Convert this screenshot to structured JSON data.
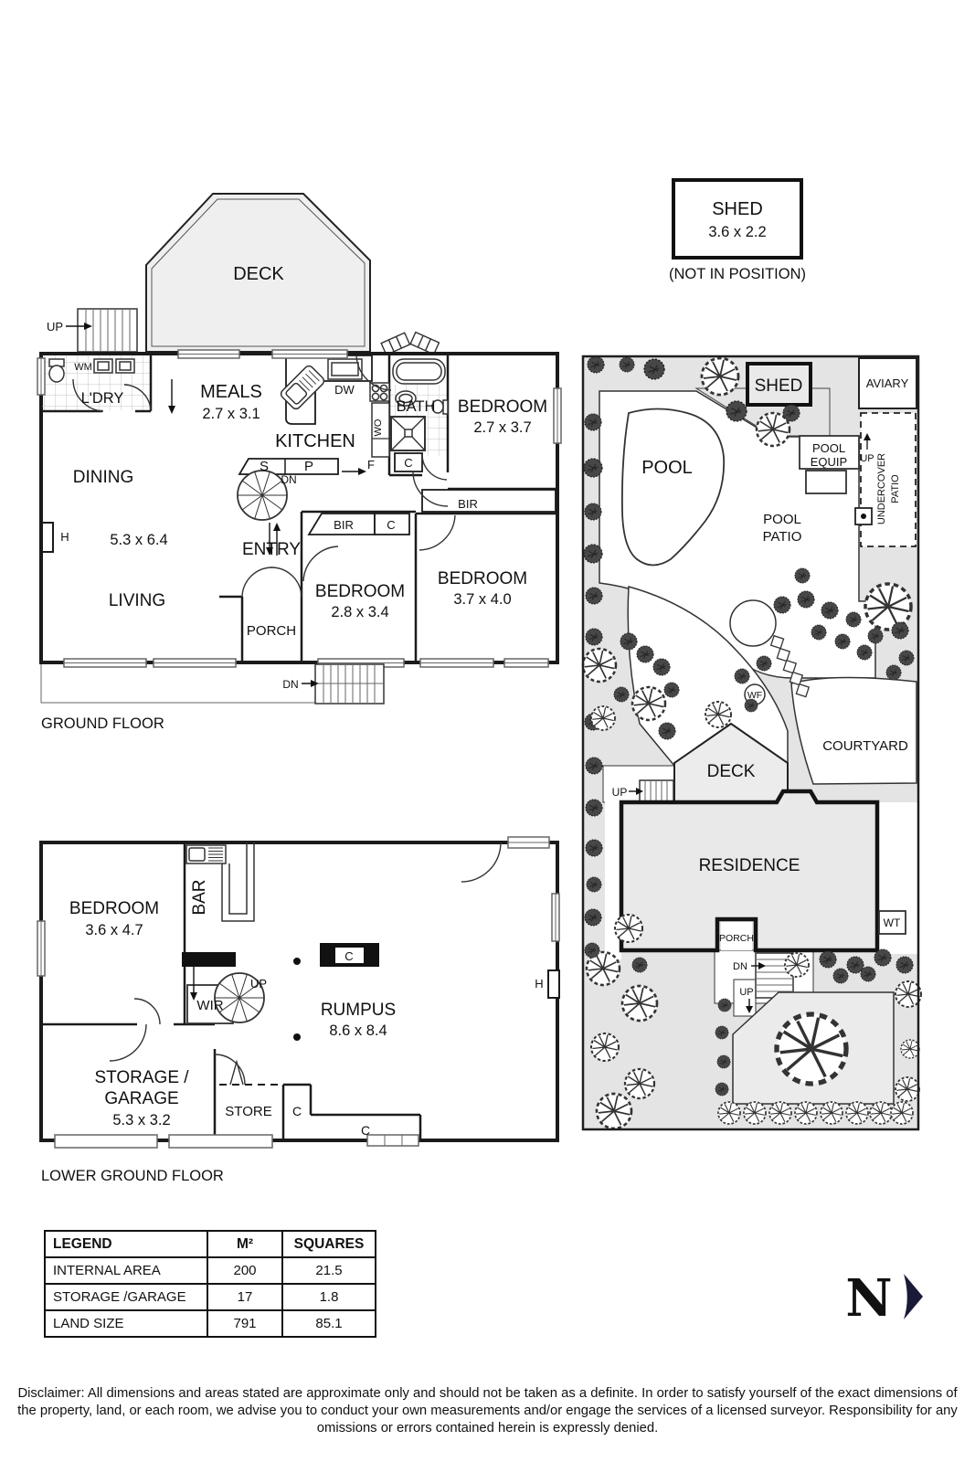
{
  "colors": {
    "compass_navy": "#1a1a38",
    "garden_gray": "#e4e4e4",
    "wall_black": "#1b1b1b"
  },
  "gf": {
    "title": "GROUND FLOOR",
    "deck": "DECK",
    "up": "UP",
    "wm": "WM",
    "ldry": "L'DRY",
    "meals": "MEALS",
    "meals_size": "2.7 x 3.1",
    "kitchen": "KITCHEN",
    "dw": "DW",
    "s": "S",
    "p": "P",
    "f": "F",
    "c_kitchen": "C",
    "wo": "WO",
    "bath": "BATH",
    "bed1": "BEDROOM",
    "bed1_size": "2.7 x 3.7",
    "bir1": "BIR",
    "dining": "DINING",
    "h": "H",
    "living_size": "5.3 x 6.4",
    "entry": "ENTRY",
    "dn_spiral": "DN",
    "bir2": "BIR",
    "c_hall": "C",
    "bed2": "BEDROOM",
    "bed2_size": "2.8 x 3.4",
    "bed3": "BEDROOM",
    "bed3_size": "3.7 x 4.0",
    "living": "LIVING",
    "porch": "PORCH",
    "dn": "DN"
  },
  "shed_note": {
    "label": "SHED",
    "size": "3.6 x 2.2",
    "note": "(NOT IN POSITION)"
  },
  "site": {
    "shed": "SHED",
    "aviary": "AVIARY",
    "pool": "POOL",
    "pool_equip1": "POOL",
    "pool_equip2": "EQUIP",
    "up_patio": "UP",
    "undercover1": "UNDERCOVER",
    "undercover2": "PATIO",
    "pool_patio1": "POOL",
    "pool_patio2": "PATIO",
    "wf": "WF",
    "courtyard": "COURTYARD",
    "deck": "DECK",
    "up_deck": "UP",
    "residence": "RESIDENCE",
    "porch": "PORCH",
    "wt": "WT",
    "dn": "DN",
    "up_lower": "UP"
  },
  "lg": {
    "title": "LOWER GROUND FLOOR",
    "bed": "BEDROOM",
    "bed_size": "3.6 x 4.7",
    "bar": "BAR",
    "wir": "WIR",
    "up": "UP",
    "c_bar": "C",
    "rumpus": "RUMPUS",
    "rumpus_size": "8.6 x 8.4",
    "h": "H",
    "storage1": "STORAGE /",
    "storage2": "GARAGE",
    "storage_size": "5.3 x 3.2",
    "store": "STORE",
    "c_store": "C",
    "c_long": "C"
  },
  "legend": {
    "headers": [
      "LEGEND",
      "M²",
      "SQUARES"
    ],
    "rows": [
      [
        "INTERNAL AREA",
        "200",
        "21.5"
      ],
      [
        "STORAGE /GARAGE",
        "17",
        "1.8"
      ],
      [
        "LAND SIZE",
        "791",
        "85.1"
      ]
    ]
  },
  "compass": {
    "n": "N"
  },
  "disclaimer": "Disclaimer: All dimensions and areas stated are approximate only and should not be taken as a definite. In order to satisfy yourself of the exact dimensions of the property, land, or each room, we advise you to conduct your own measurements and/or engage the services of a licensed surveyor. Responsibility for any omissions or errors contained herein is expressly denied."
}
